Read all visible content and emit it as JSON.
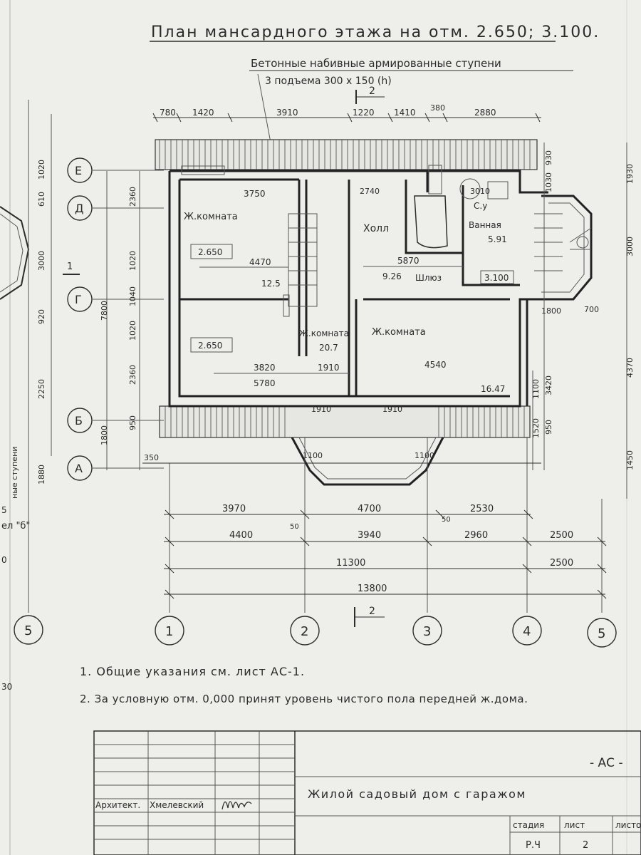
{
  "title": "План мансардного этажа на отм. 2.650; 3.100.",
  "stairs_note": "Бетонные набивные армированные ступени",
  "stairs_sub": "3 подъема 300 x 150 (h)",
  "section_mark": "2",
  "rooms": [
    {
      "id": "zhk1",
      "name": "Ж.комната",
      "elev": "2.650"
    },
    {
      "id": "zhk1b",
      "elev": "2.650"
    },
    {
      "id": "holl",
      "name": "Холл"
    },
    {
      "id": "su",
      "name": "С.у"
    },
    {
      "id": "vann",
      "name": "Ванная",
      "area": "5.91"
    },
    {
      "id": "zhk2",
      "name": "Ж.комната",
      "area": "20.7"
    },
    {
      "id": "zhk3",
      "name": "Ж.комната",
      "area": "16.47"
    },
    {
      "id": "shlyuz",
      "name": "Шлюз"
    },
    {
      "id": "a125",
      "area": "12.5"
    },
    {
      "id": "a926",
      "area": "9.26"
    },
    {
      "id": "e3100",
      "elev": "3.100"
    }
  ],
  "top_dims": [
    "780",
    "1420",
    "3910",
    "1220",
    "1410",
    "380",
    "2880"
  ],
  "inner_dims": [
    "3750",
    "2740",
    "3010",
    "4470",
    "5870",
    "3820",
    "1910",
    "4540",
    "5780",
    "1800",
    "700"
  ],
  "bottom_dims_row1": [
    "3970",
    "4700",
    "2530"
  ],
  "bottom_dims_row2": [
    "4400",
    "3940",
    "2960",
    "2500"
  ],
  "bottom_dims_row3": [
    "11300",
    "2500"
  ],
  "bottom_dims_row4": [
    "13800"
  ],
  "small_dims": [
    "350",
    "1100",
    "1100",
    "1910",
    "1910",
    "50",
    "50"
  ],
  "left_dims": [
    "1020",
    "610",
    "3000",
    "920",
    "2250",
    "1800",
    "1880",
    "2360",
    "1020",
    "1040",
    "1020",
    "2360",
    "950",
    "7800"
  ],
  "right_dims": [
    "930",
    "1030",
    "1930",
    "3000",
    "4370",
    "3420",
    "1520",
    "1100",
    "950",
    "1450"
  ],
  "axes_bottom": [
    "1",
    "2",
    "3",
    "4",
    "5",
    "5"
  ],
  "axes_left": [
    "Е",
    "Д",
    "Г",
    "Б",
    "А"
  ],
  "notes": [
    "1. Общие указания см. лист АС-1.",
    "2. За условную отм. 0,000 принят уровень чистого пола передней ж.дома."
  ],
  "stamp": {
    "code": "- АС -",
    "project": "Жилой садовый дом с гаражом",
    "architect_role": "Архитект.",
    "architect_name": "Хмелевский",
    "stage_h": "стадия",
    "sheet_h": "лист",
    "sheets_h": "листов",
    "stage": "Р.Ч",
    "sheet": "2"
  },
  "left_edge_text": [
    "ные ступени",
    "5",
    "0",
    "ел \"б\"",
    "30"
  ],
  "colors": {
    "paper": "#eeeeea",
    "ink": "#2b2b2b"
  }
}
